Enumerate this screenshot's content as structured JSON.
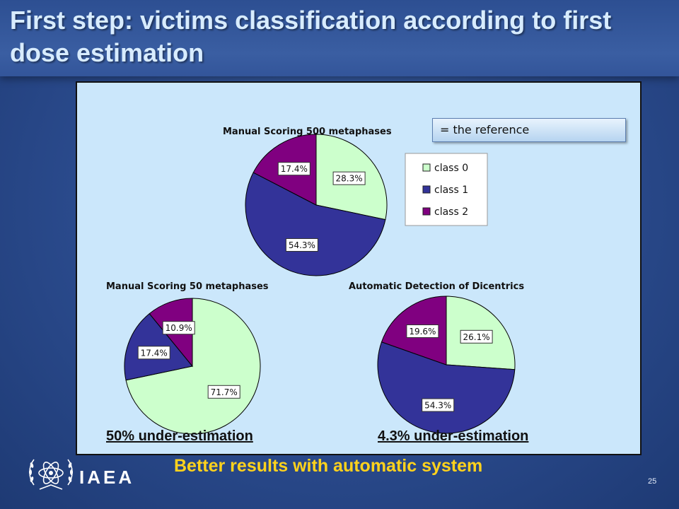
{
  "slide": {
    "title": "First step: victims classification according to first dose estimation",
    "reference_note": "= the reference",
    "conclusion": "Better results with automatic system",
    "org_name": "IAEA",
    "page_number": "25"
  },
  "colors": {
    "class0": "#ccffcc",
    "class1": "#333399",
    "class2": "#800080"
  },
  "chart_data": [
    {
      "type": "pie",
      "title": "Manual Scoring 500 metaphases",
      "categories": [
        "class 0",
        "class 1",
        "class 2"
      ],
      "values": [
        28.3,
        54.3,
        17.4
      ],
      "labels": [
        "28.3%",
        "54.3%",
        "17.4%"
      ],
      "legend": "right"
    },
    {
      "type": "pie",
      "title": "Manual Scoring 50 metaphases",
      "categories": [
        "class 0",
        "class 1",
        "class 2"
      ],
      "values": [
        71.7,
        17.4,
        10.9
      ],
      "labels": [
        "71.7%",
        "17.4%",
        "10.9%"
      ],
      "annotation": "50%  under-estimation"
    },
    {
      "type": "pie",
      "title": "Automatic Detection of Dicentrics",
      "categories": [
        "class 0",
        "class 1",
        "class 2"
      ],
      "values": [
        26.1,
        54.3,
        19.6
      ],
      "labels": [
        "26.1%",
        "54.3%",
        "19.6%"
      ],
      "annotation": "4.3%  under-estimation"
    }
  ],
  "legend": {
    "items": [
      "class 0",
      "class 1",
      "class 2"
    ]
  }
}
